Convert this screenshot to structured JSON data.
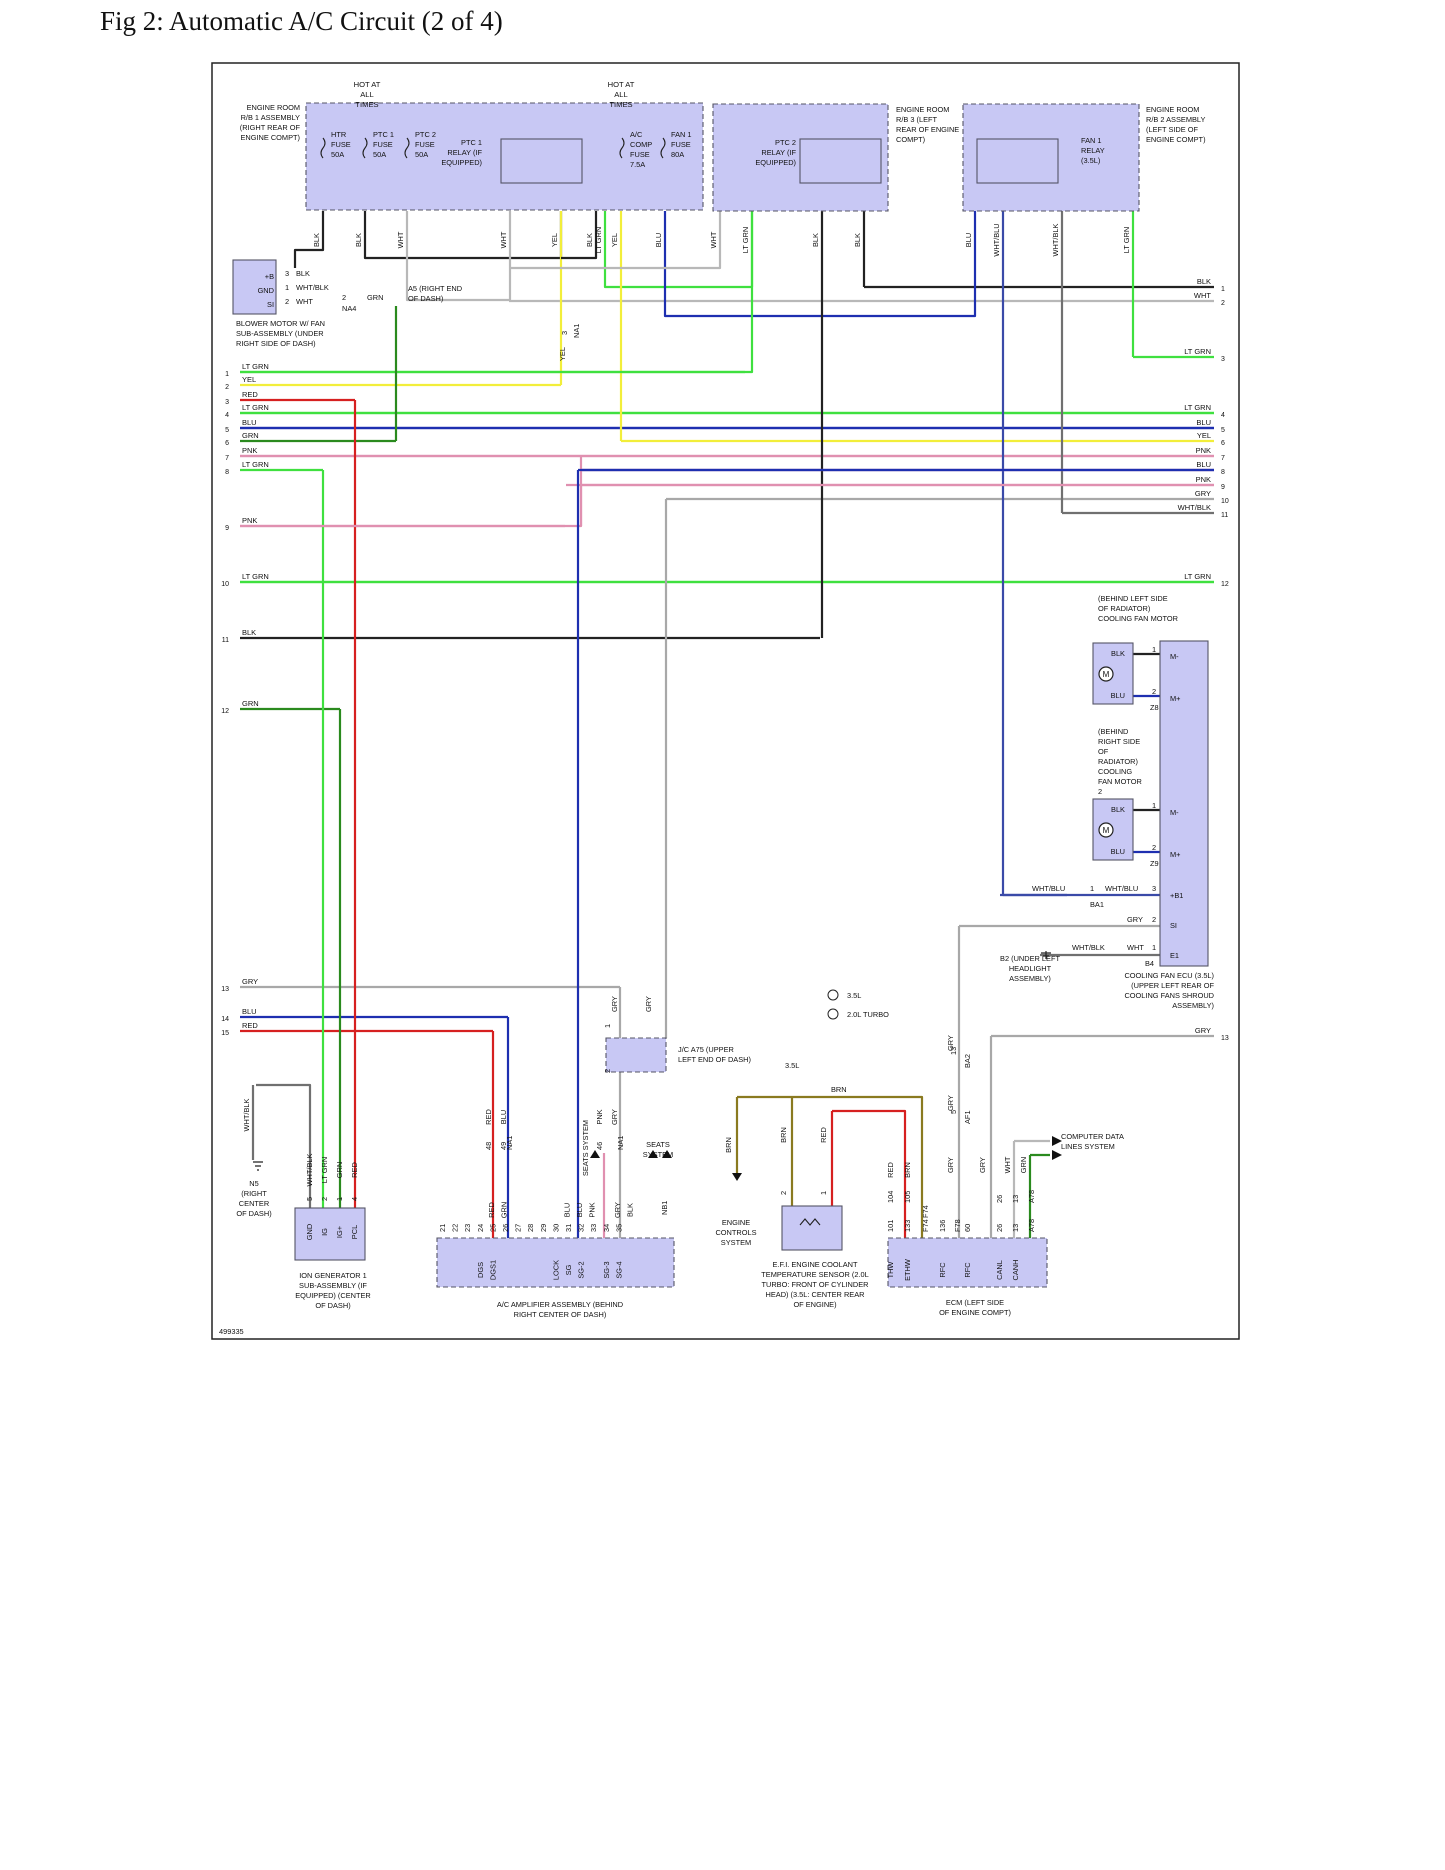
{
  "figure": {
    "title": "Fig 2: Automatic A/C Circuit (2 of 4)",
    "doc_id": "499335"
  },
  "labels": {
    "hot_at_all_times": "HOT AT ALL TIMES",
    "rb1": "ENGINE ROOM R/B 1 ASSEMBLY (RIGHT REAR OF ENGINE COMPT)",
    "rb3": "ENGINE ROOM R/B 3 (LEFT REAR OF ENGINE COMPT)",
    "rb2": "ENGINE ROOM R/B 2 ASSEMBLY (LEFT SIDE OF ENGINE COMPT)",
    "htr_fuse": "HTR FUSE 50A",
    "ptc1_fuse": "PTC 1 FUSE 50A",
    "ptc2_fuse": "PTC 2 FUSE 50A",
    "ptc1_relay": "PTC 1 RELAY (IF EQUIPPED)",
    "ptc2_relay": "PTC 2 RELAY (IF EQUIPPED)",
    "ac_comp_fuse": "A/C COMP FUSE 7.5A",
    "fan1_fuse": "FAN 1 FUSE 80A",
    "fan1_relay": "FAN 1 RELAY (3.5L)",
    "blower": "BLOWER MOTOR W/ FAN SUB-ASSEMBLY (UNDER RIGHT SIDE OF DASH)",
    "a5": "A5 (RIGHT END OF DASH)",
    "cooling_fan_motor": "(BEHIND LEFT SIDE OF RADIATOR) COOLING FAN MOTOR",
    "cooling_fan_motor2": "(BEHIND RIGHT SIDE OF RADIATOR) COOLING FAN MOTOR 2",
    "cooling_fan_ecu": "COOLING FAN ECU (3.5L) (UPPER LEFT REAR OF COOLING FANS SHROUD ASSEMBLY)",
    "b2": "B2 (UNDER LEFT HEADLIGHT ASSEMBLY)",
    "legend1": "3.5L",
    "legend2": "2.0L TURBO",
    "jc_a75": "J/C A75 (UPPER LEFT END OF DASH)",
    "seats_system": "SEATS SYSTEM",
    "computer_data_lines": "COMPUTER DATA LINES SYSTEM",
    "engine_controls": "ENGINE CONTROLS SYSTEM",
    "n5": "N5 (RIGHT CENTER OF DASH)",
    "ion_generator": "ION GENERATOR 1 SUB-ASSEMBLY (IF EQUIPPED) (CENTER OF DASH)",
    "ac_amplifier": "A/C AMPLIFIER ASSEMBLY (BEHIND RIGHT CENTER OF DASH)",
    "efi_sensor": "E.F.I. ENGINE COOLANT TEMPERATURE SENSOR (2.0L TURBO: FRONT OF CYLINDER HEAD) (3.5L: CENTER REAR OF ENGINE)",
    "ecm": "ECM (LEFT SIDE OF ENGINE COMPT)"
  },
  "colors": {
    "BLK": "#222222",
    "WHT": "#b8b8b8",
    "YEL": "#f2ee3a",
    "LT GRN": "#3fe03f",
    "BLU": "#1e2fb0",
    "GRN": "#2a8a1e",
    "RED": "#d62020",
    "PNK": "#e090b0",
    "GRY": "#a8a8a8",
    "WHT/BLK": "#707070",
    "WHT/BLU": "#3a4aa8",
    "BRN": "#8a7a20",
    "box_fill": "#c8c8f4",
    "box_stroke": "#555566"
  },
  "left_wires": [
    {
      "n": "1",
      "c": "LT GRN"
    },
    {
      "n": "2",
      "c": "YEL"
    },
    {
      "n": "3",
      "c": "RED"
    },
    {
      "n": "4",
      "c": "LT GRN"
    },
    {
      "n": "5",
      "c": "BLU"
    },
    {
      "n": "6",
      "c": "GRN"
    },
    {
      "n": "7",
      "c": "PNK"
    },
    {
      "n": "8",
      "c": "LT GRN"
    },
    {
      "n": "9",
      "c": "PNK"
    },
    {
      "n": "10",
      "c": "LT GRN"
    },
    {
      "n": "11",
      "c": "BLK"
    },
    {
      "n": "12",
      "c": "GRN"
    },
    {
      "n": "13",
      "c": "GRY"
    },
    {
      "n": "14",
      "c": "BLU"
    },
    {
      "n": "15",
      "c": "RED"
    }
  ],
  "right_wires": [
    {
      "n": "1",
      "c": "BLK"
    },
    {
      "n": "2",
      "c": "WHT"
    },
    {
      "n": "3",
      "c": "LT GRN"
    },
    {
      "n": "4",
      "c": "LT GRN"
    },
    {
      "n": "5",
      "c": "BLU"
    },
    {
      "n": "6",
      "c": "YEL"
    },
    {
      "n": "7",
      "c": "PNK"
    },
    {
      "n": "8",
      "c": "BLU"
    },
    {
      "n": "9",
      "c": "PNK"
    },
    {
      "n": "10",
      "c": "GRY"
    },
    {
      "n": "11",
      "c": "WHT/BLK"
    },
    {
      "n": "12",
      "c": "LT GRN"
    },
    {
      "n": "13",
      "c": "GRY"
    }
  ],
  "top_wire_labels": [
    "BLK",
    "BLK",
    "WHT",
    "WHT",
    "YEL",
    "BLK",
    "LT GRN",
    "YEL",
    "BLU",
    "WHT",
    "LT GRN",
    "BLK",
    "BLK",
    "BLU",
    "WHT/BLU",
    "WHT/BLK",
    "LT GRN"
  ],
  "blower_pins": [
    {
      "pin": "+B",
      "n": "3",
      "c": "BLK"
    },
    {
      "pin": "GND",
      "n": "1",
      "c": "WHT/BLK"
    },
    {
      "pin": "SI",
      "n": "2",
      "c": "WHT"
    }
  ],
  "connectors": {
    "na4": "NA4",
    "na1": "NA1",
    "ba1": "BA1",
    "b4": "B4",
    "z8": "Z8",
    "z9": "Z9",
    "ba2": "BA2",
    "af1": "AF1",
    "a78": "A78",
    "f74": "F74",
    "f78": "F78",
    "nb1": "NB1",
    "grn": "GRN",
    "wht_blu": "WHT/BLU",
    "wht_blk": "WHT/BLK",
    "wht": "WHT",
    "gry": "GRY",
    "brn": "BRN",
    "red": "RED",
    "blk": "BLK",
    "blu": "BLU"
  },
  "fan_ecu_pins": [
    "M-",
    "M+",
    "M-",
    "M+",
    "+B1",
    "SI",
    "E1"
  ],
  "ion_pins": [
    {
      "n": "5",
      "pin": "GND",
      "c": "WHT/BLK"
    },
    {
      "n": "2",
      "pin": "IG",
      "c": "LT GRN"
    },
    {
      "n": "1",
      "pin": "IG+",
      "c": "GRN"
    },
    {
      "n": "4",
      "pin": "PCL",
      "c": "RED"
    }
  ],
  "amp_pins": [
    {
      "n": "21",
      "p": ""
    },
    {
      "n": "22",
      "p": ""
    },
    {
      "n": "23",
      "p": ""
    },
    {
      "n": "24",
      "p": "DGS",
      "w": "RED"
    },
    {
      "n": "25",
      "p": "DGS1",
      "w": "GRN"
    },
    {
      "n": "26",
      "p": ""
    },
    {
      "n": "27",
      "p": ""
    },
    {
      "n": "28",
      "p": ""
    },
    {
      "n": "29",
      "p": ""
    },
    {
      "n": "30",
      "p": "LOCK",
      "w": "BLU"
    },
    {
      "n": "31",
      "p": "SG",
      "w": "BLU"
    },
    {
      "n": "32",
      "p": "SG-2",
      "w": "PNK"
    },
    {
      "n": "33",
      "p": ""
    },
    {
      "n": "34",
      "p": "SG-3",
      "w": "GRY"
    },
    {
      "n": "35",
      "p": "SG-4",
      "w": "BLK"
    }
  ],
  "amp_upper": [
    {
      "n": "48",
      "c": "RED"
    },
    {
      "n": "49",
      "c": "BLU"
    },
    {
      "n": "46",
      "c": "PNK"
    }
  ],
  "ecm_pins": [
    {
      "n": "101",
      "p": "THW"
    },
    {
      "n": "133",
      "p": "ETHW"
    },
    {
      "n": "136",
      "p": "RFC"
    },
    {
      "n": "60",
      "p": "RFC"
    },
    {
      "n": "26",
      "p": "CANL"
    },
    {
      "n": "13",
      "p": "CANH"
    }
  ],
  "ecm_upper": [
    {
      "n": "104",
      "c": "RED"
    },
    {
      "n": "105",
      "c": "BRN"
    }
  ],
  "misc_numbers": {
    "ba2_pin": "13",
    "af1_pin": "5",
    "a78_a": "26",
    "a78_b": "13",
    "sensor_1": "1",
    "sensor_2": "2",
    "jc_1": "1",
    "jc_2": "2",
    "b2_1": "1",
    "ba1_1": "1",
    "sg_3": "3",
    "gnd_1": "1",
    "si_2": "2",
    "plus_b1_3": "3",
    "mot1_1": "1",
    "mot1_2": "2",
    "mot2_1": "1",
    "mot2_2": "2",
    "na1_3": "3",
    "a5_2": "2"
  }
}
